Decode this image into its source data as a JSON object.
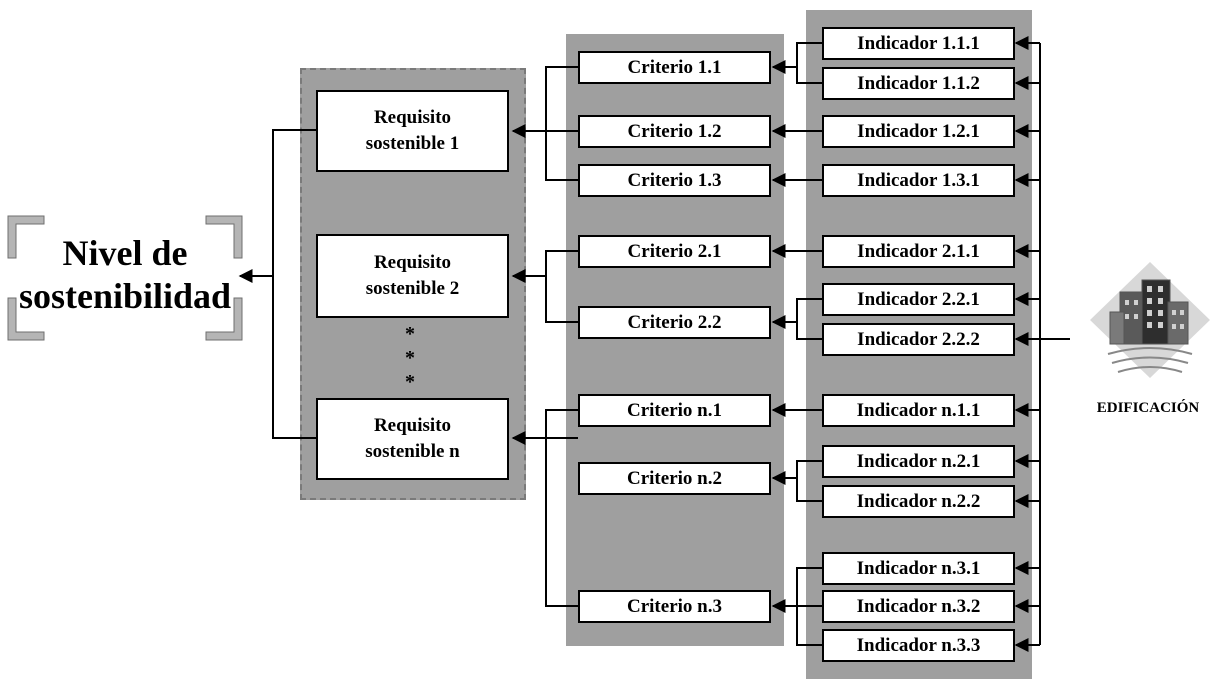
{
  "title": "Nivel de\nsostenibilidad",
  "requisitos": [
    "Requisito\nsostenible 1",
    "Requisito\nsostenible 2",
    "Requisito\nsostenible n"
  ],
  "ellipsis": "*\n*\n*",
  "criterios": [
    "Criterio 1.1",
    "Criterio 1.2",
    "Criterio 1.3",
    "Criterio 2.1",
    "Criterio 2.2",
    "Criterio n.1",
    "Criterio n.2",
    "Criterio n.3"
  ],
  "indicadores": [
    "Indicador 1.1.1",
    "Indicador 1.1.2",
    "Indicador 1.2.1",
    "Indicador 1.3.1",
    "Indicador 2.1.1",
    "Indicador 2.2.1",
    "Indicador 2.2.2",
    "Indicador n.1.1",
    "Indicador n.2.1",
    "Indicador n.2.2",
    "Indicador n.3.1",
    "Indicador n.3.2",
    "Indicador n.3.3"
  ],
  "building_label": "EDIFICACIÓN",
  "colors": {
    "panel": "#9f9f9f",
    "box_border": "#000000",
    "line": "#000000"
  }
}
